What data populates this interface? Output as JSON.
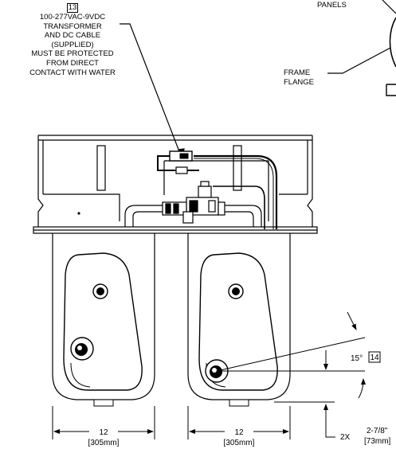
{
  "callout_13": {
    "ref": "13",
    "lines": [
      "100-277VAC-9VDC",
      "TRANSFORMER",
      "AND DC CABLE",
      "(SUPPLIED)",
      "MUST BE PROTECTED",
      "FROM DIRECT",
      "CONTACT WITH WATER"
    ]
  },
  "labels": {
    "panels": "PANELS",
    "frame_flange_1": "FRAME",
    "frame_flange_2": "FLANGE"
  },
  "dims": {
    "left_width": "12",
    "left_width_mm": "[305mm]",
    "right_width": "12",
    "right_width_mm": "[305mm]",
    "angle": "15°",
    "angle_ref": "14",
    "offset_qty": "2X",
    "offset": "2-7/8\"",
    "offset_mm": "[73mm]"
  }
}
